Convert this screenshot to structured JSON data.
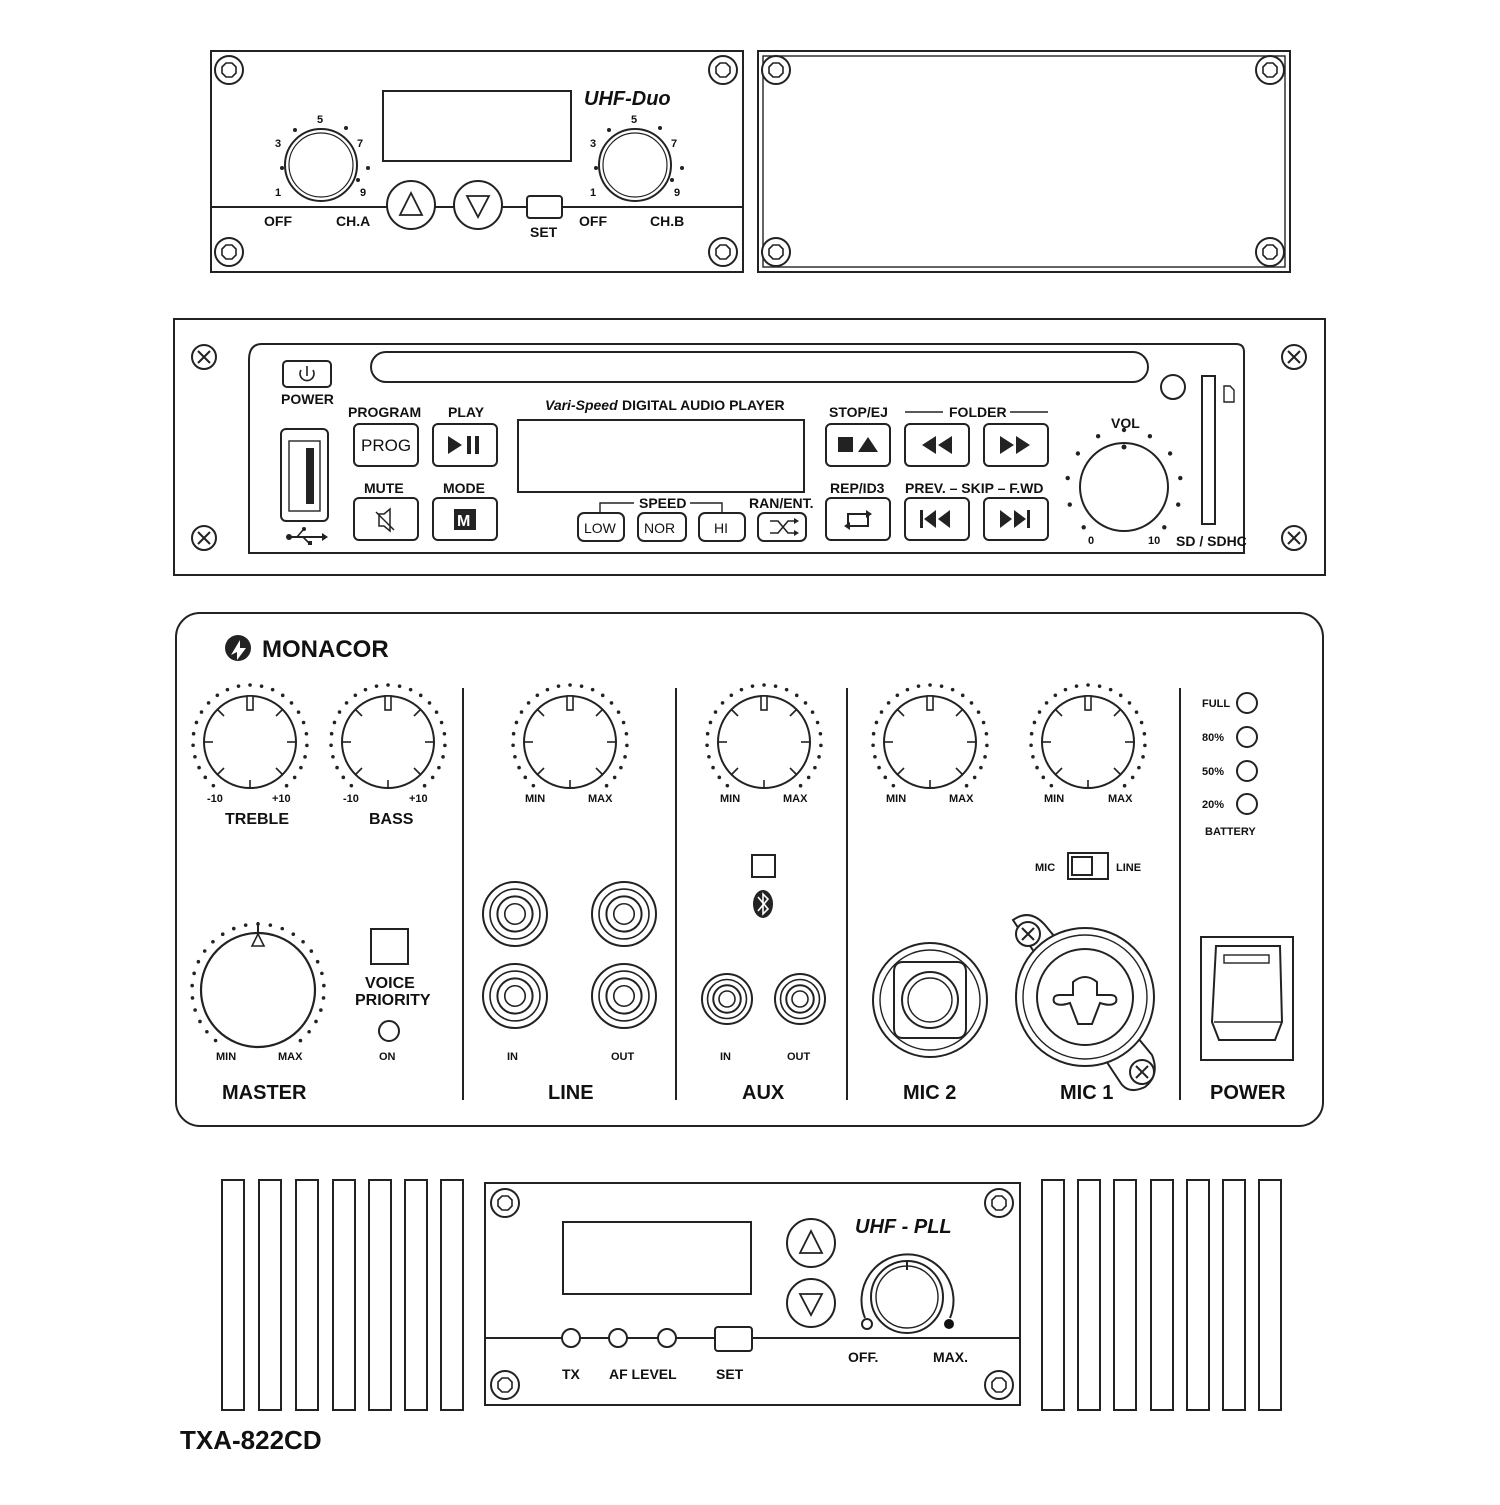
{
  "uhf_duo": {
    "brand": "UHF-Duo",
    "knob_a": {
      "scale": [
        "1",
        "3",
        "5",
        "7",
        "9"
      ],
      "off": "OFF",
      "label": "CH.A"
    },
    "knob_b": {
      "scale": [
        "1",
        "3",
        "5",
        "7",
        "9"
      ],
      "off": "OFF",
      "label": "CH.B"
    },
    "up_icon": "triangle-up-icon",
    "down_icon": "triangle-down-icon",
    "set_label": "SET"
  },
  "blank_panel": {},
  "player": {
    "title_italic": "Vari-Speed",
    "title": "DIGITAL AUDIO PLAYER",
    "power_label": "POWER",
    "program_label": "PROGRAM",
    "prog_button": "PROG",
    "play_label": "PLAY",
    "mute_label": "MUTE",
    "mode_label": "MODE",
    "mode_button": "M",
    "speed_label": "SPEED",
    "speed_low": "LOW",
    "speed_nor": "NOR",
    "speed_hi": "HI",
    "ran_label": "RAN/ENT.",
    "stop_label": "STOP/EJ",
    "folder_label": "FOLDER",
    "rep_label": "REP/ID3",
    "skip_label": "PREV. – SKIP – F.WD",
    "vol_label": "VOL",
    "vol_min": "0",
    "vol_max": "10",
    "sd_label": "SD / SDHC"
  },
  "mixer": {
    "brand": "MONACOR",
    "treble": {
      "label": "TREBLE",
      "min": "-10",
      "max": "+10"
    },
    "bass": {
      "label": "BASS",
      "min": "-10",
      "max": "+10"
    },
    "line_knob": {
      "min": "MIN",
      "max": "MAX"
    },
    "aux_knob": {
      "min": "MIN",
      "max": "MAX"
    },
    "mic2_knob": {
      "min": "MIN",
      "max": "MAX"
    },
    "mic1_knob": {
      "min": "MIN",
      "max": "MAX"
    },
    "master": {
      "label": "MASTER",
      "min": "MIN",
      "max": "MAX"
    },
    "voice_priority": "VOICE PRIORITY",
    "on_label": "ON",
    "line": {
      "label": "LINE",
      "in": "IN",
      "out": "OUT"
    },
    "aux": {
      "label": "AUX",
      "in": "IN",
      "out": "OUT"
    },
    "mic2_label": "MIC 2",
    "mic1_label": "MIC 1",
    "switch_mic": "MIC",
    "switch_line": "LINE",
    "battery": {
      "label": "BATTERY",
      "levels": [
        "FULL",
        "80%",
        "50%",
        "20%"
      ]
    },
    "power_label": "POWER"
  },
  "uhf_pll": {
    "brand": "UHF - PLL",
    "tx_label": "TX",
    "af_label": "AF LEVEL",
    "set_label": "SET",
    "off_label": "OFF.",
    "max_label": "MAX."
  },
  "model": "TXA-822CD"
}
